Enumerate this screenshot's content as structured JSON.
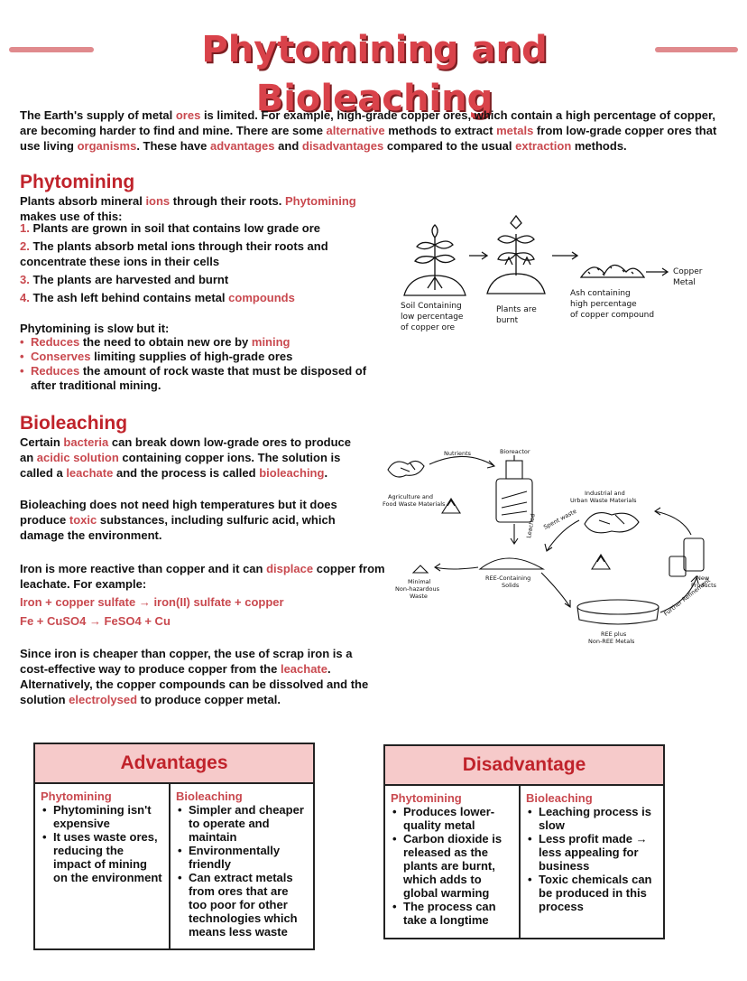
{
  "title": "Phytomining and Bioleaching",
  "intro": [
    {
      "t": "The Earth's supply of metal "
    },
    {
      "t": "ores",
      "h": true
    },
    {
      "t": " is limited. For example, high-grade copper ores, which contain a high percentage of copper, are becoming harder to find and mine. There are some "
    },
    {
      "t": "alternative",
      "h": true
    },
    {
      "t": " methods to extract "
    },
    {
      "t": "metals",
      "h": true
    },
    {
      "t": " from low-grade copper ores that use living "
    },
    {
      "t": "organisms",
      "h": true
    },
    {
      "t": ". These have "
    },
    {
      "t": "advantages",
      "h": true
    },
    {
      "t": " and "
    },
    {
      "t": "disadvantages",
      "h": true
    },
    {
      "t": " compared to the usual "
    },
    {
      "t": "extraction",
      "h": true
    },
    {
      "t": " methods."
    }
  ],
  "phytomining": {
    "heading": "Phytomining",
    "intro": [
      {
        "t": "Plants absorb mineral "
      },
      {
        "t": "ions",
        "h": true
      },
      {
        "t": " through their roots. "
      },
      {
        "t": "Phytomining",
        "h": true
      },
      {
        "t": " makes use of this:"
      }
    ],
    "steps": [
      {
        "num": "1.",
        "parts": [
          {
            "t": " Plants are grown in soil that contains low grade ore"
          }
        ]
      },
      {
        "num": "2.",
        "parts": [
          {
            "t": " The plants absorb metal ions through their roots and concentrate these ions in their cells"
          }
        ]
      },
      {
        "num": "3.",
        "parts": [
          {
            "t": " The plants are harvested and burnt"
          }
        ]
      },
      {
        "num": "4.",
        "parts": [
          {
            "t": " The ash left behind contains metal "
          },
          {
            "t": "compounds",
            "h": true
          }
        ]
      }
    ],
    "slow_intro": "Phytomining is slow but it:",
    "benefits": [
      [
        {
          "t": "Reduces",
          "h": true
        },
        {
          "t": " the need to obtain new ore by "
        },
        {
          "t": "mining",
          "h": true
        }
      ],
      [
        {
          "t": "Conserves",
          "h": true
        },
        {
          "t": " limiting supplies of high-grade ores"
        }
      ],
      [
        {
          "t": "Reduces",
          "h": true
        },
        {
          "t": " the amount of rock waste that must be disposed of after traditional mining."
        }
      ]
    ],
    "diagram": {
      "soil_label": [
        "Soil Containing",
        "low percentage",
        "of copper ore"
      ],
      "burnt_label": [
        "Plants are",
        "burnt"
      ],
      "ash_label": [
        "Ash containing",
        "high percentage",
        "of copper compound"
      ],
      "metal_label": [
        "Copper",
        "Metal"
      ]
    }
  },
  "bioleaching": {
    "heading": "Bioleaching",
    "p1": [
      {
        "t": "Certain "
      },
      {
        "t": "bacteria",
        "h": true
      },
      {
        "t": " can break down low-grade ores to produce an "
      },
      {
        "t": "acidic solution",
        "h": true
      },
      {
        "t": " containing copper ions. The solution is called a "
      },
      {
        "t": "leachate",
        "h": true
      },
      {
        "t": " and the process is called "
      },
      {
        "t": "bioleaching",
        "h": true
      },
      {
        "t": "."
      }
    ],
    "p2": [
      {
        "t": "Bioleaching does not need high temperatures but it does produce "
      },
      {
        "t": "toxic",
        "h": true
      },
      {
        "t": " substances, including sulfuric acid, which damage the environment."
      }
    ],
    "p3": [
      {
        "t": "Iron is more reactive than copper and it can "
      },
      {
        "t": "displace",
        "h": true
      },
      {
        "t": " copper from leachate. For example:"
      }
    ],
    "eq_words": "Iron + copper sulfate → iron(II) sulfate + copper",
    "eq_symbols": "Fe + CuSO4 → FeSO4 + Cu",
    "p4": [
      {
        "t": "Since iron is cheaper than copper, the use of scrap iron is a cost-effective way to produce copper from the "
      },
      {
        "t": "leachate",
        "h": true
      },
      {
        "t": ". Alternatively, the copper compounds can be dissolved and the solution "
      },
      {
        "t": "electrolysed",
        "h": true
      },
      {
        "t": " to produce copper metal."
      }
    ],
    "diagram": {
      "nutrients": "Nutrients",
      "bioreactor": "Bioreactor",
      "agri": [
        "Agriculture and",
        "Food Waste Materials"
      ],
      "industrial": [
        "Industrial and",
        "Urban Waste Materials"
      ],
      "spent": "Spent waste",
      "leached": "Leached",
      "ree_solids": [
        "REE-Containing",
        "Solids"
      ],
      "minimal": [
        "Minimal",
        "Non-hazardous",
        "Waste"
      ],
      "new_products": [
        "New",
        "Products"
      ],
      "further": "Further Refinement",
      "ree_plus": [
        "REE plus",
        "Non-REE Metals"
      ]
    }
  },
  "advantages": {
    "heading": "Advantages",
    "phyto_title": "Phytomining",
    "phyto_items": [
      "Phytomining isn't expensive",
      "It uses waste ores, reducing the impact of mining on the environment"
    ],
    "bio_title": "Bioleaching",
    "bio_items": [
      "Simpler and cheaper to operate and maintain",
      "Environmentally friendly",
      "Can extract metals from ores that are too poor for other technologies which means less waste"
    ]
  },
  "disadvantages": {
    "heading": "Disadvantage",
    "phyto_title": "Phytomining",
    "phyto_items": [
      "Produces lower-quality metal",
      "Carbon dioxide is released as the plants are burnt, which adds to global warming",
      "The process can take a longtime"
    ],
    "bio_title": "Bioleaching",
    "bio_items": [
      "Leaching process is slow",
      "Less profit made → less appealing for business",
      "Toxic chemicals can be produced in this process"
    ]
  },
  "colors": {
    "accent": "#c9494f",
    "heading": "#c0232b",
    "table_head": "#f6caca"
  }
}
